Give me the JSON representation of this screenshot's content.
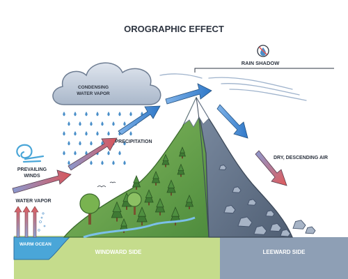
{
  "title": "OROGRAPHIC EFFECT",
  "labels": {
    "condensing_line1": "CONDENSING",
    "condensing_line2": "WATER VAPOR",
    "rain_shadow": "RAIN SHADOW",
    "precipitation": "PRECIPITATION",
    "dry_air": "DRY, DESCENDING AIR",
    "prevailing_line1": "PREVAILING",
    "prevailing_line2": "WINDS",
    "water_vapor": "WATER VAPOR",
    "warm_ocean": "WARM OCEAN",
    "windward": "WINDWARD SIDE",
    "leeward": "LEEWARD SIDE"
  },
  "icons": {
    "no_rain": "no-rain-icon",
    "wind": "wind-swirl-icon"
  },
  "colors": {
    "ground_windward": "#c5dc8c",
    "ground_leeward": "#8e9fb5",
    "mountain_green": "#6aa64e",
    "mountain_gray": "#6f7f94",
    "snow": "#ffffff",
    "ocean": "#4aa6d8",
    "rain": "#4a8fc9",
    "cloud": "#c9d3e0",
    "arrow_warm": "#e05a5a",
    "arrow_cool": "#3f86d1"
  }
}
